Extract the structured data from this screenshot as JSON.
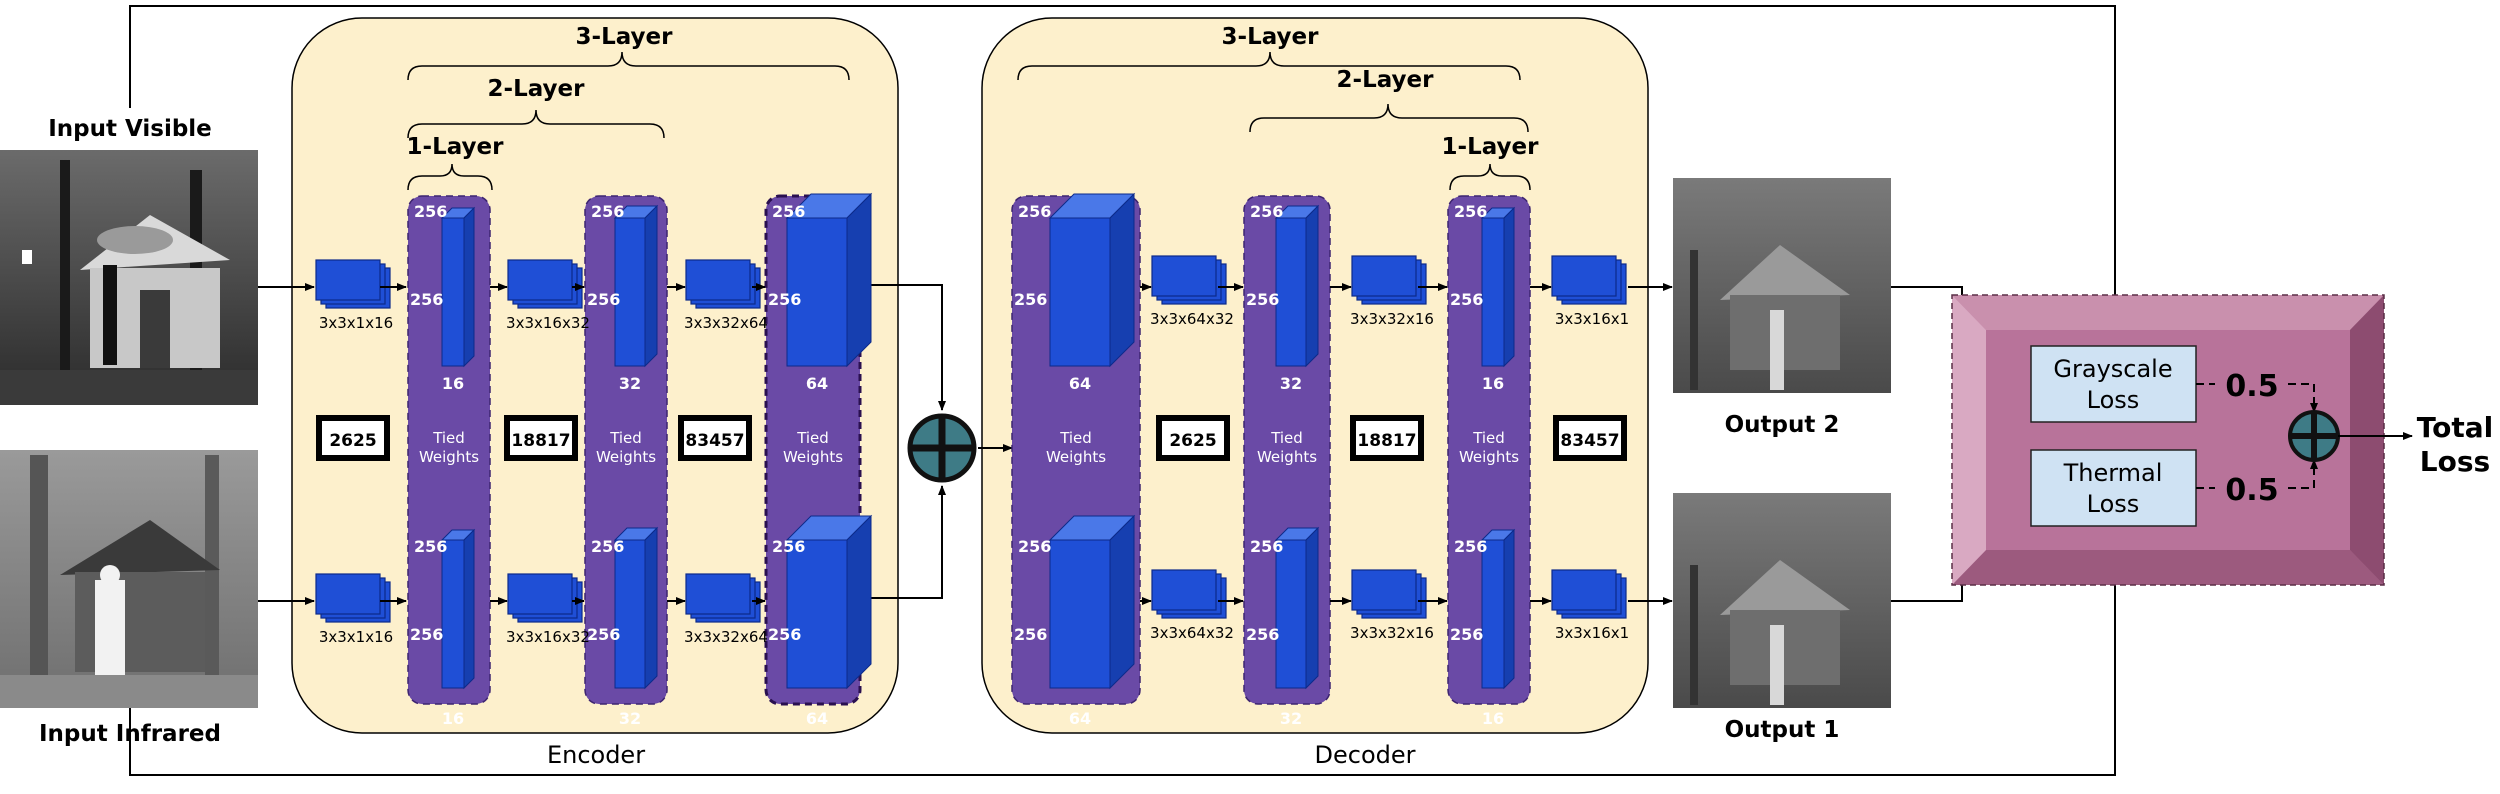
{
  "inputs": {
    "visible_label": "Input Visible",
    "infrared_label": "Input Infrared"
  },
  "outputs": {
    "output2_label": "Output 2",
    "output1_label": "Output 1"
  },
  "encoder": {
    "label": "Encoder",
    "brackets": {
      "three": "3-Layer",
      "two": "2-Layer",
      "one": "1-Layer"
    },
    "filters": [
      "3x3x1x16",
      "3x3x16x32",
      "3x3x32x64"
    ],
    "block_dims": [
      {
        "top": "256",
        "side": "256",
        "depth": "16"
      },
      {
        "top": "256",
        "side": "256",
        "depth": "32"
      },
      {
        "top": "256",
        "side": "256",
        "depth": "64"
      }
    ],
    "param_counts": [
      "2625",
      "18817",
      "83457"
    ],
    "tied_label": "Tied Weights"
  },
  "decoder": {
    "label": "Decoder",
    "brackets": {
      "three": "3-Layer",
      "two": "2-Layer",
      "one": "1-Layer"
    },
    "filters": [
      "3x3x64x32",
      "3x3x32x16",
      "3x3x16x1"
    ],
    "block_dims": [
      {
        "top": "256",
        "side": "256",
        "depth": "64"
      },
      {
        "top": "256",
        "side": "256",
        "depth": "32"
      },
      {
        "top": "256",
        "side": "256",
        "depth": "16"
      }
    ],
    "param_counts": [
      "2625",
      "18817",
      "83457"
    ],
    "tied_label": "Tied Weights"
  },
  "loss": {
    "grayscale": [
      "Grayscale",
      "Loss"
    ],
    "thermal": [
      "Thermal",
      "Loss"
    ],
    "weight_grayscale": "0.5",
    "weight_thermal": "0.5",
    "total": [
      "Total",
      "Loss"
    ]
  },
  "colors": {
    "panel_fill": "#fdf0cc",
    "tied_block": "#6a4aa6",
    "cube": "#1f4fd6",
    "loss_box": "#b8739a",
    "loss_label_box": "#cfe2f3",
    "sum_node": "#3e7b86"
  }
}
